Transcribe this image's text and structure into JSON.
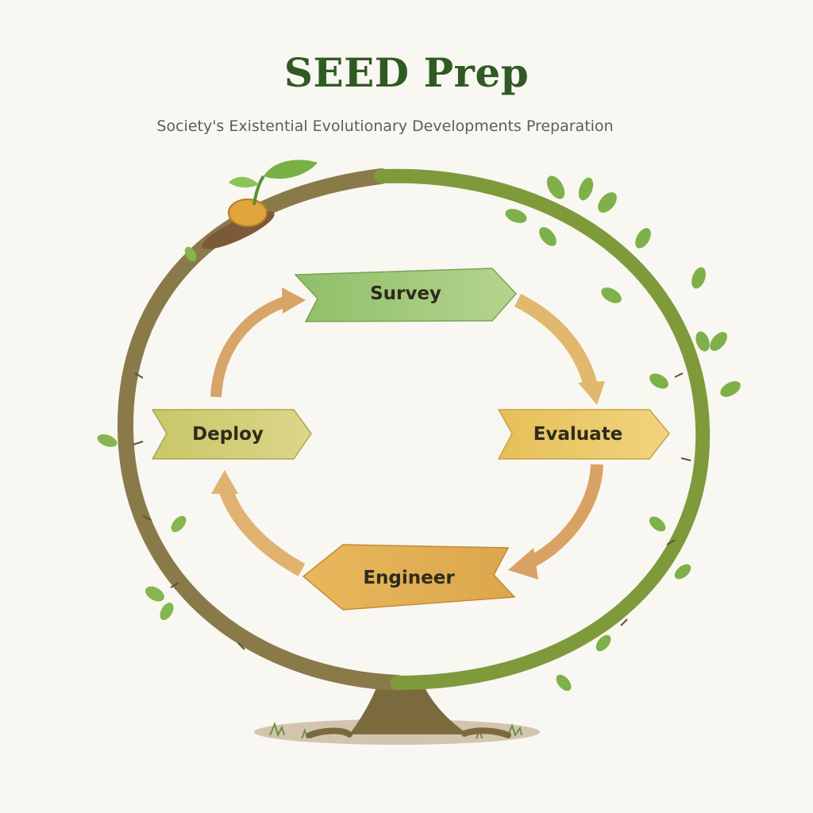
{
  "title": "SEED Prep",
  "subtitle": "Society's Existential Evolutionary Developments Preparation",
  "cycle": {
    "steps": [
      {
        "label": "Survey",
        "color": "#9cc475"
      },
      {
        "label": "Evaluate",
        "color": "#e8c25c"
      },
      {
        "label": "Engineer",
        "color": "#e3b04f"
      },
      {
        "label": "Deploy",
        "color": "#cdcd6a"
      }
    ],
    "connector_color": "#dba767"
  },
  "colors": {
    "title": "#2f5a22",
    "bark": "#7d8a3c",
    "leaf": "#7fb04a",
    "seed": "#e0a53b",
    "background": "#f9f7f2"
  }
}
